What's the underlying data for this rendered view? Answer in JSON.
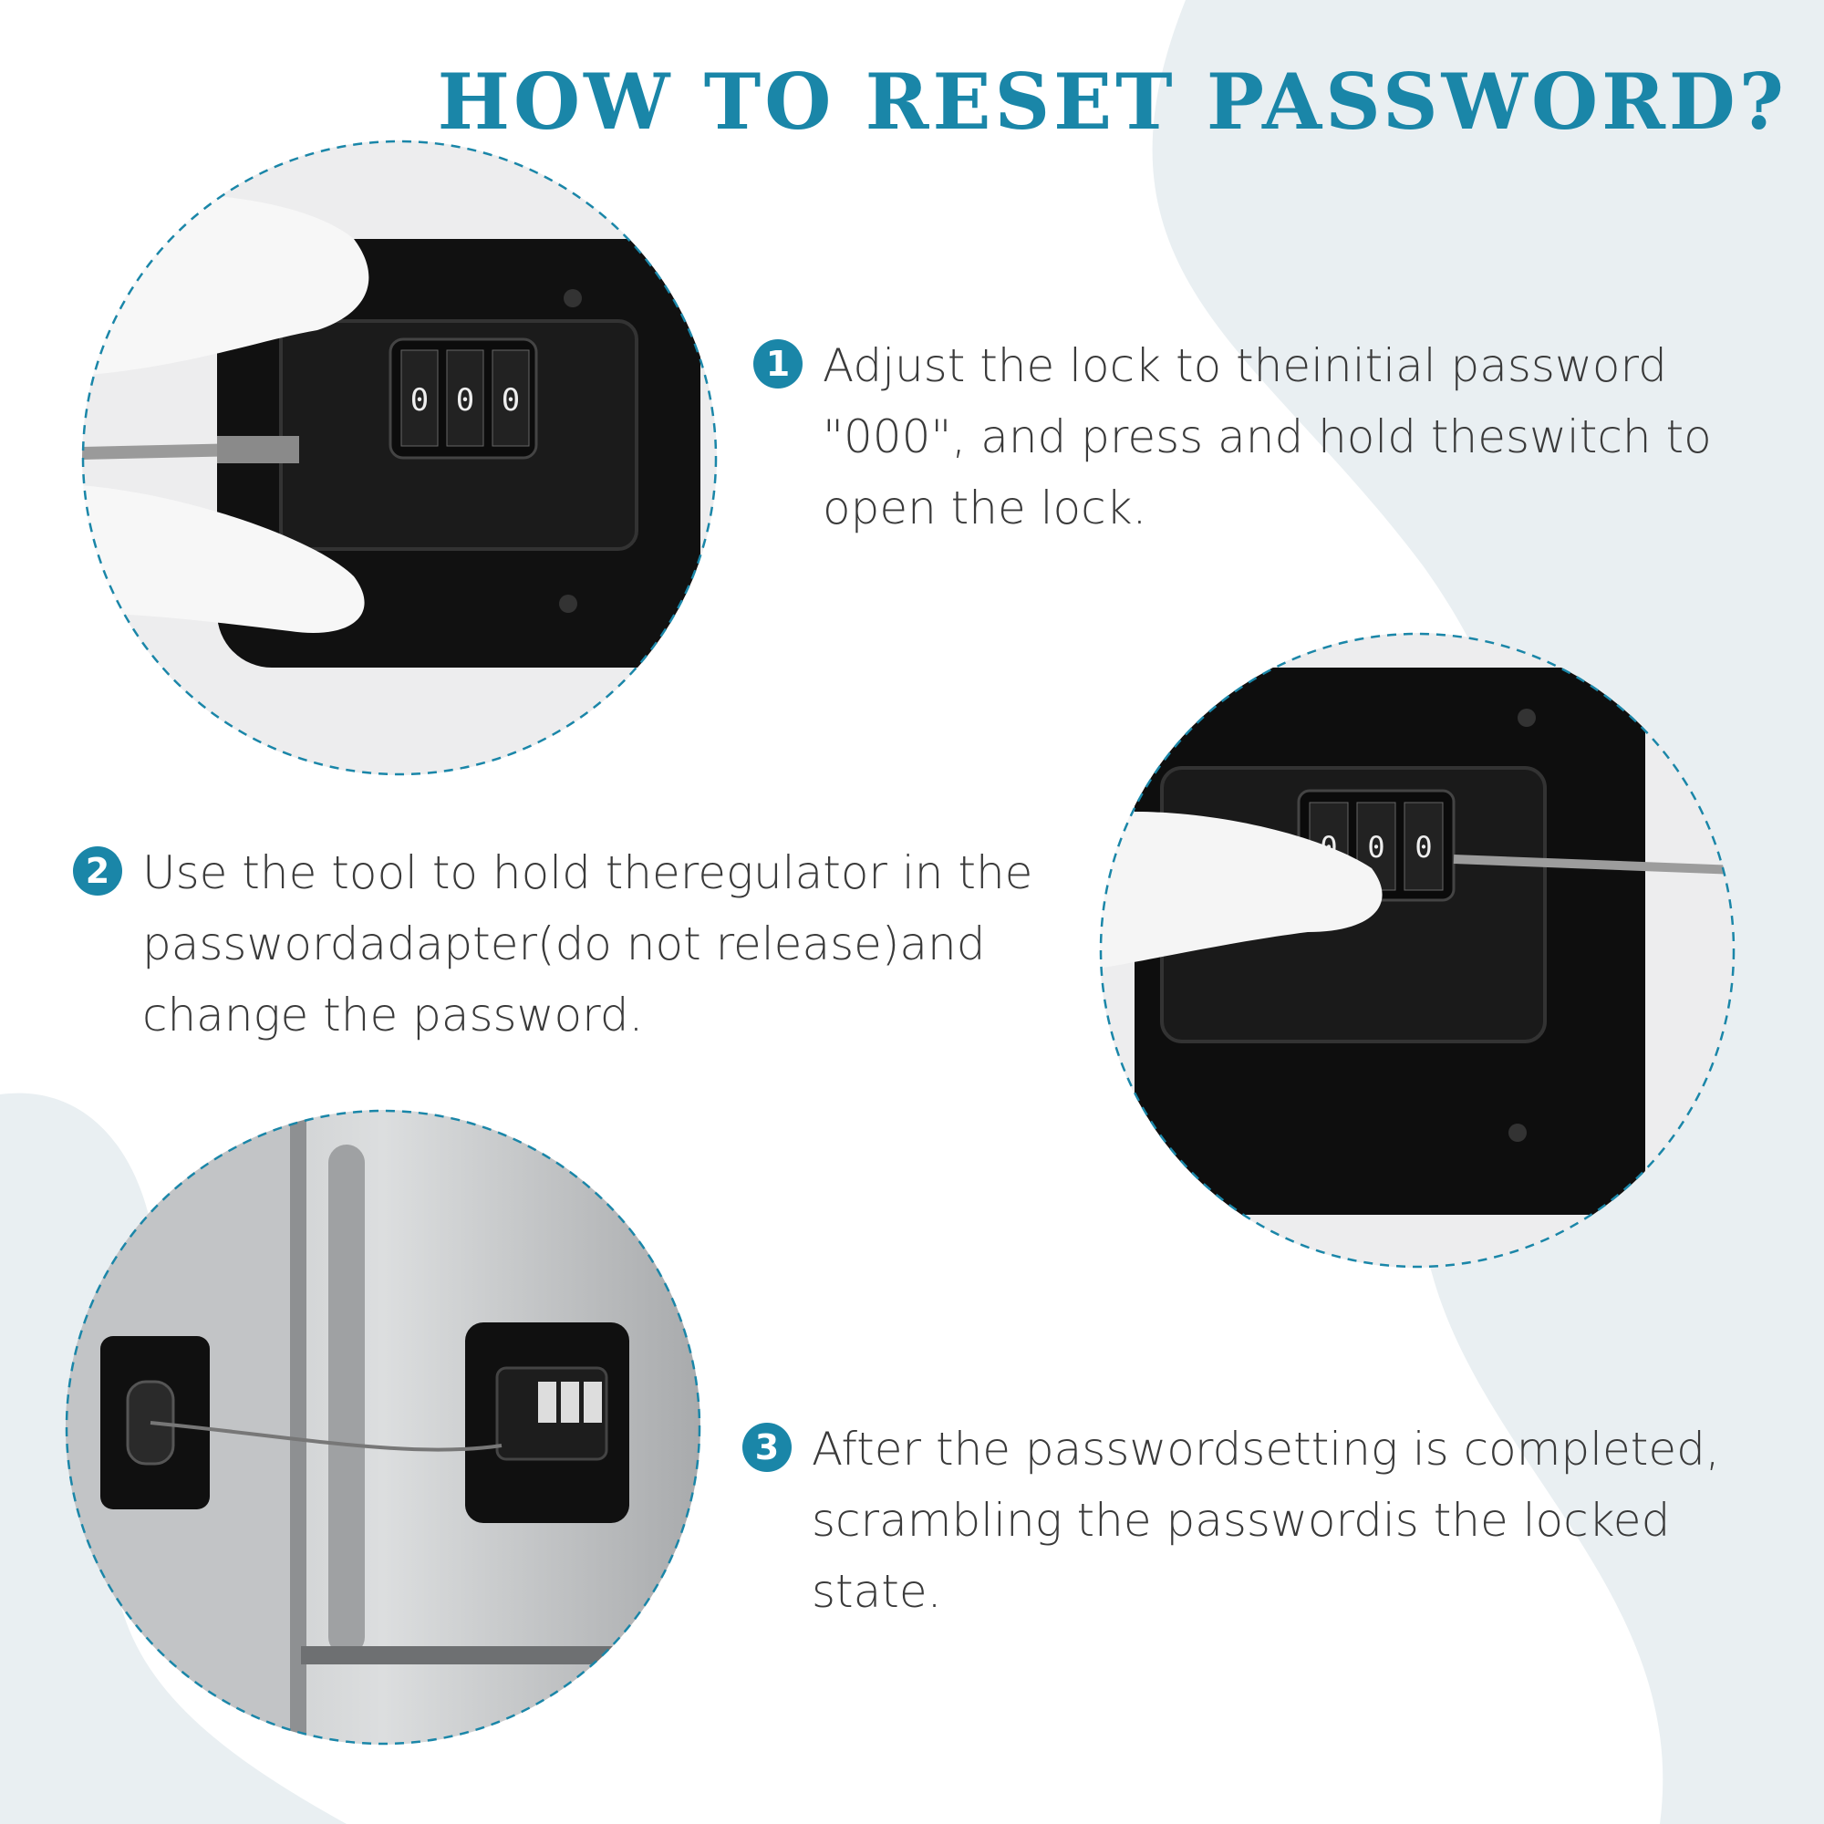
{
  "title": "HOW TO RESET PASSWORD?",
  "colors": {
    "accent": "#1a86a8",
    "background_shape": "#e9eff2",
    "body_text": "#3a3a3a"
  },
  "steps": [
    {
      "number": "1",
      "text": "Adjust the lock to theinitial password \"000\", and press and hold theswitch to open the lock."
    },
    {
      "number": "2",
      "text": "Use the tool to hold theregulator in the passwordadapter(do not release)and change the password."
    },
    {
      "number": "3",
      "text": "After the passwordsetting is completed, scrambling the passwordis the locked state."
    }
  ]
}
